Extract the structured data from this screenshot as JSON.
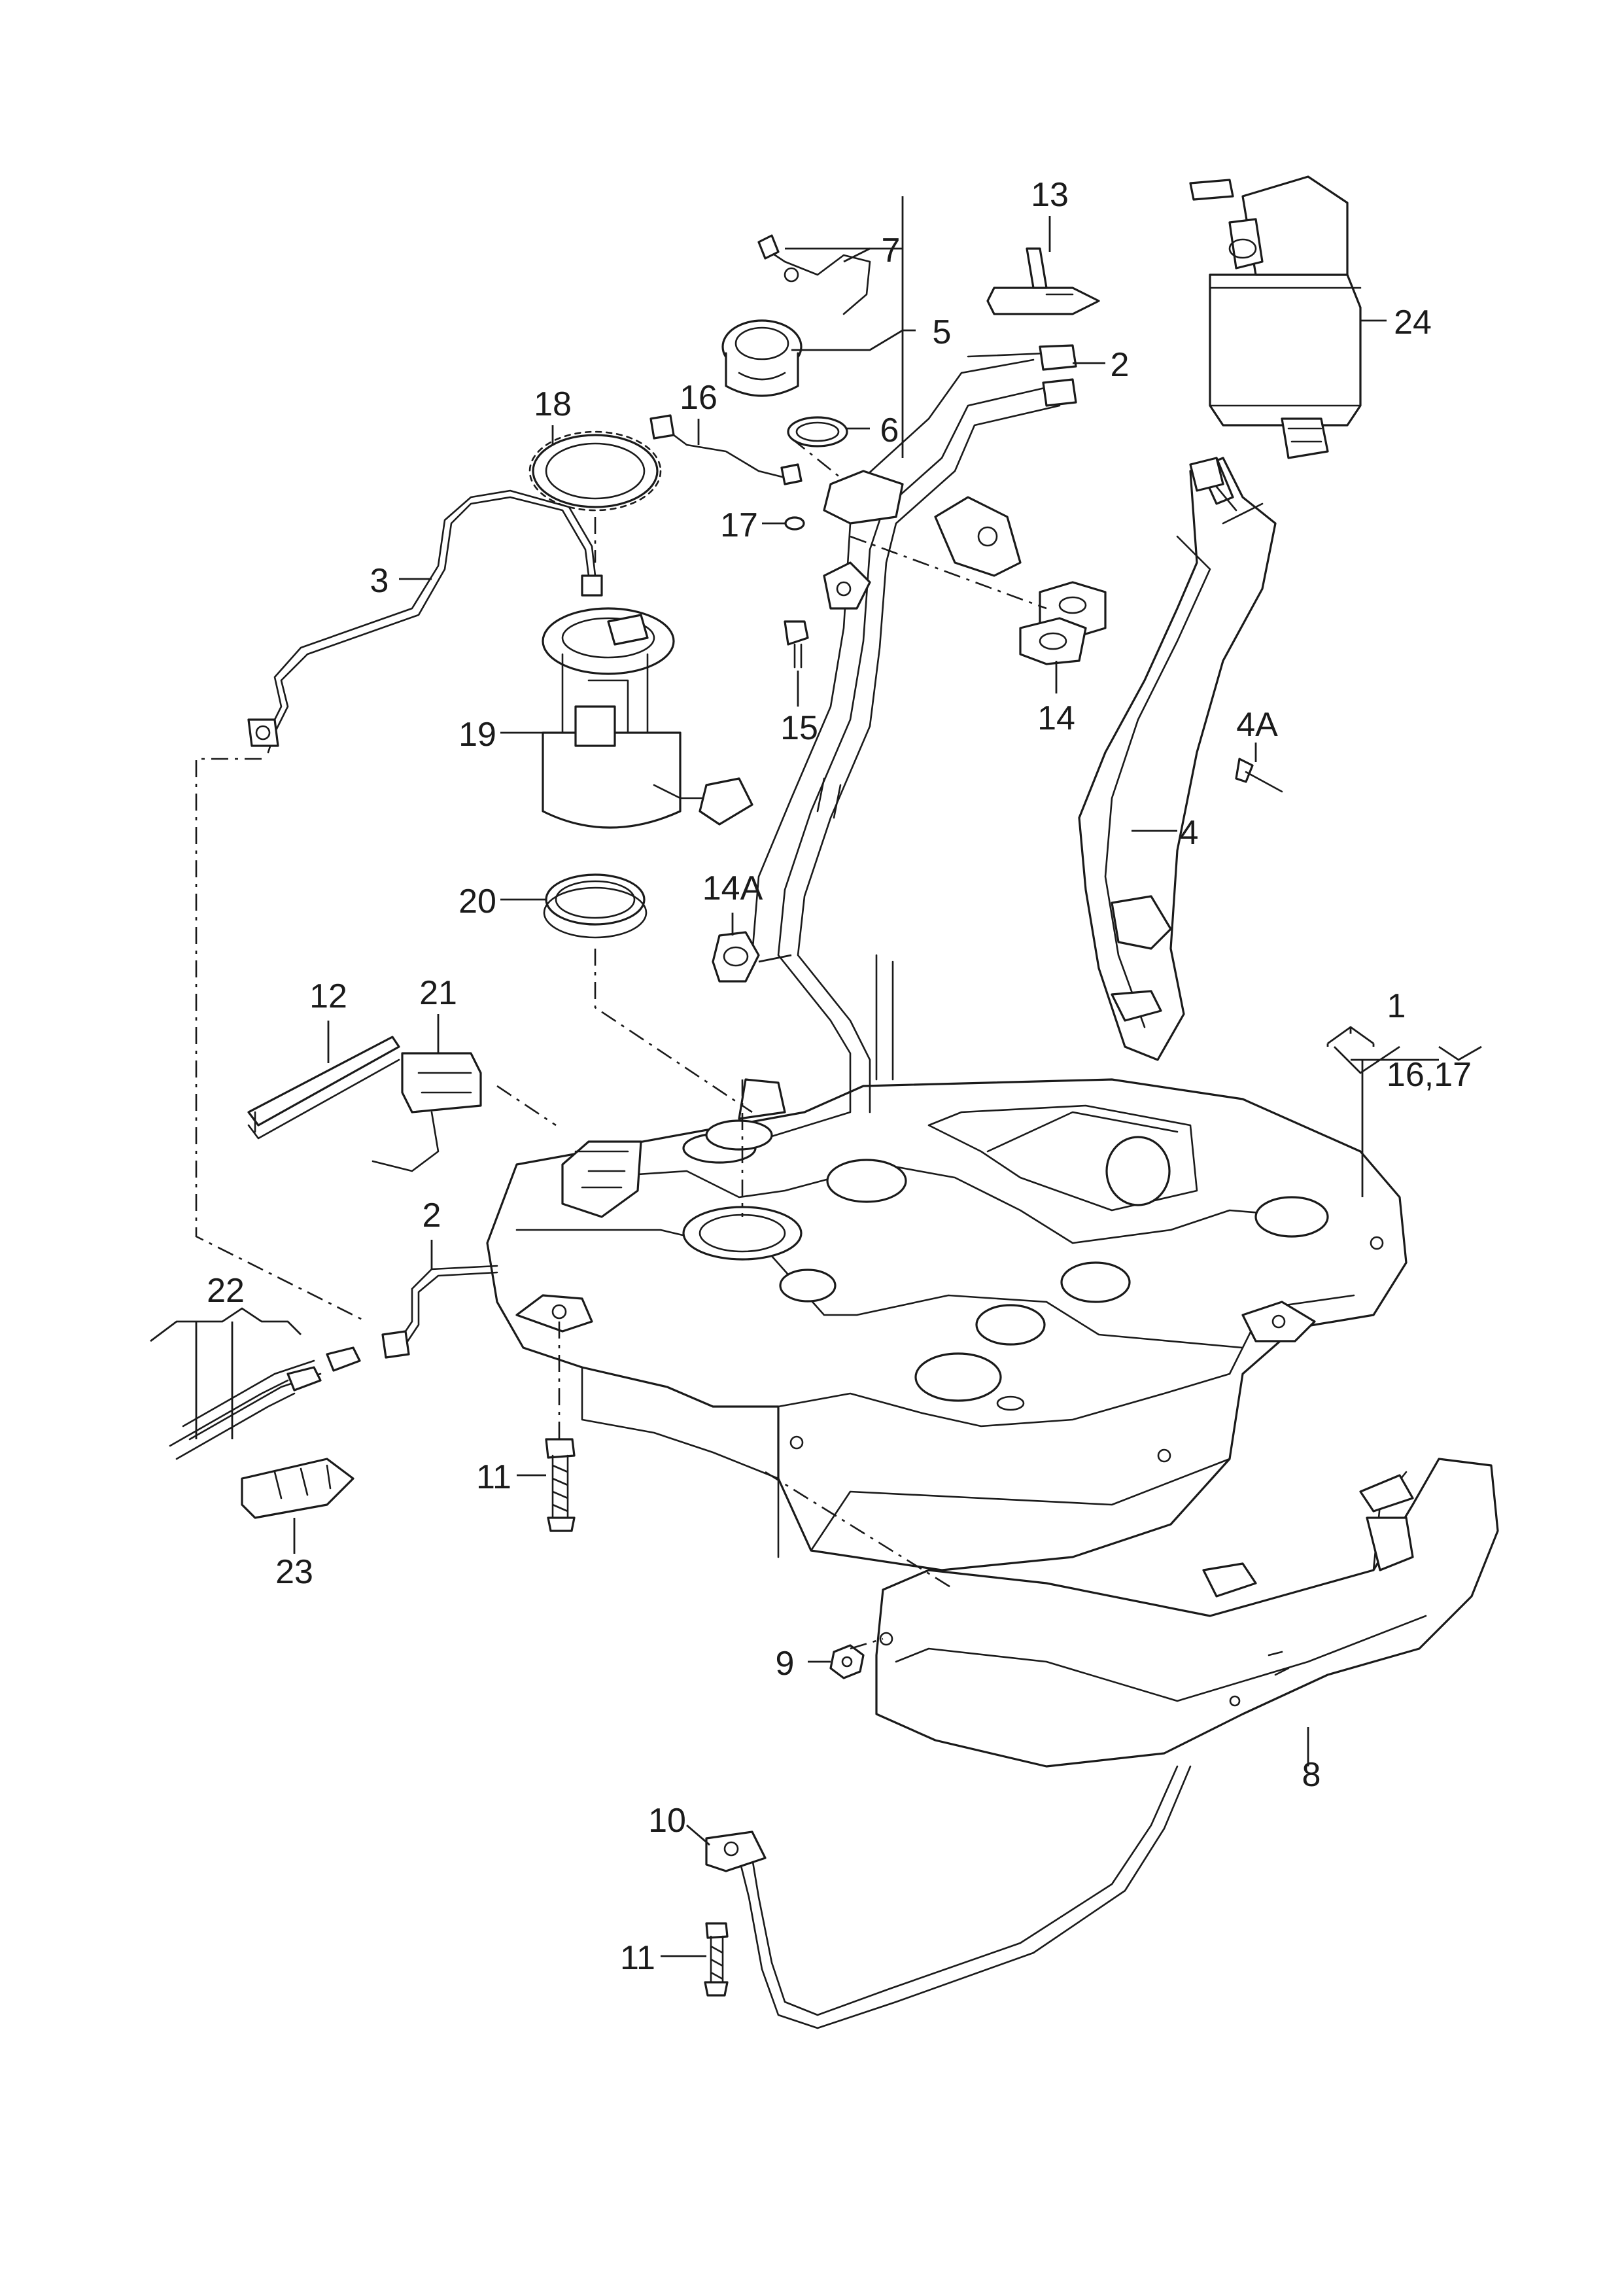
{
  "callouts": {
    "c1": "1",
    "c16_17": "16,17",
    "c2a": "2",
    "c2b": "2",
    "c3": "3",
    "c4": "4",
    "c4A": "4A",
    "c5": "5",
    "c6": "6",
    "c7": "7",
    "c8": "8",
    "c9": "9",
    "c10": "10",
    "c11a": "11",
    "c11b": "11",
    "c12": "12",
    "c13": "13",
    "c14": "14",
    "c14A": "14A",
    "c15": "15",
    "c16": "16",
    "c17": "17",
    "c18": "18",
    "c19": "19",
    "c20": "20",
    "c21": "21",
    "c22": "22",
    "c23": "23",
    "c24": "24"
  },
  "colors": {
    "line": "#1a1a1a",
    "background": "#ffffff"
  }
}
